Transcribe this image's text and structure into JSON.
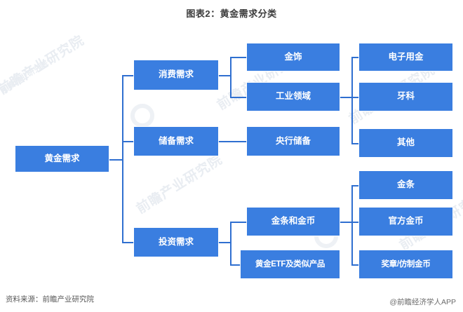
{
  "title": "图表2：黄金需求分类",
  "footer": {
    "source": "资料来源：前瞻产业研究院",
    "brand": "@前瞻经济学人APP"
  },
  "colors": {
    "node_fill": "#3a7ee0",
    "connector": "#2f6fd0",
    "node_text": "#ffffff",
    "title_text": "#3c3c3c",
    "background": "#ffffff",
    "watermark": "#e9edf2"
  },
  "watermarks": {
    "text_a": "前瞻产业研究院",
    "text_b": "前瞻产业研究院",
    "text_c": "前瞻产业研究院",
    "text_d": "前瞻产业研究院",
    "text_e": "前瞻产业研究院",
    "logo_label": "前瞻"
  },
  "diagram": {
    "type": "tree",
    "orientation": "left-to-right",
    "root": {
      "id": "gold-demand",
      "label": "黄金需求",
      "level": 1
    },
    "level2": [
      {
        "id": "consumer-demand",
        "label": "消费需求",
        "level": 2
      },
      {
        "id": "reserve-demand",
        "label": "储备需求",
        "level": 2
      },
      {
        "id": "investment-demand",
        "label": "投资需求",
        "level": 2
      }
    ],
    "level3": [
      {
        "id": "jewelry",
        "label": "金饰",
        "level": 3,
        "parent": "consumer-demand"
      },
      {
        "id": "industrial",
        "label": "工业领域",
        "level": 3,
        "parent": "consumer-demand"
      },
      {
        "id": "central-bank",
        "label": "央行储备",
        "level": 3,
        "parent": "reserve-demand"
      },
      {
        "id": "bars-coins",
        "label": "金条和金币",
        "level": 3,
        "parent": "investment-demand"
      },
      {
        "id": "gold-etf",
        "label": "黄金ETF及类似产品",
        "level": 3,
        "parent": "investment-demand"
      }
    ],
    "level4": [
      {
        "id": "electronics",
        "label": "电子用金",
        "level": 4,
        "parent": "industrial"
      },
      {
        "id": "dental",
        "label": "牙科",
        "level": 4,
        "parent": "industrial"
      },
      {
        "id": "other",
        "label": "其他",
        "level": 4,
        "parent": "industrial"
      },
      {
        "id": "gold-bar",
        "label": "金条",
        "level": 4,
        "parent": "bars-coins"
      },
      {
        "id": "official-coin",
        "label": "官方金币",
        "level": 4,
        "parent": "bars-coins"
      },
      {
        "id": "medal-imitation",
        "label": "奖章/仿制金币",
        "level": 4,
        "parent": "bars-coins"
      }
    ]
  }
}
